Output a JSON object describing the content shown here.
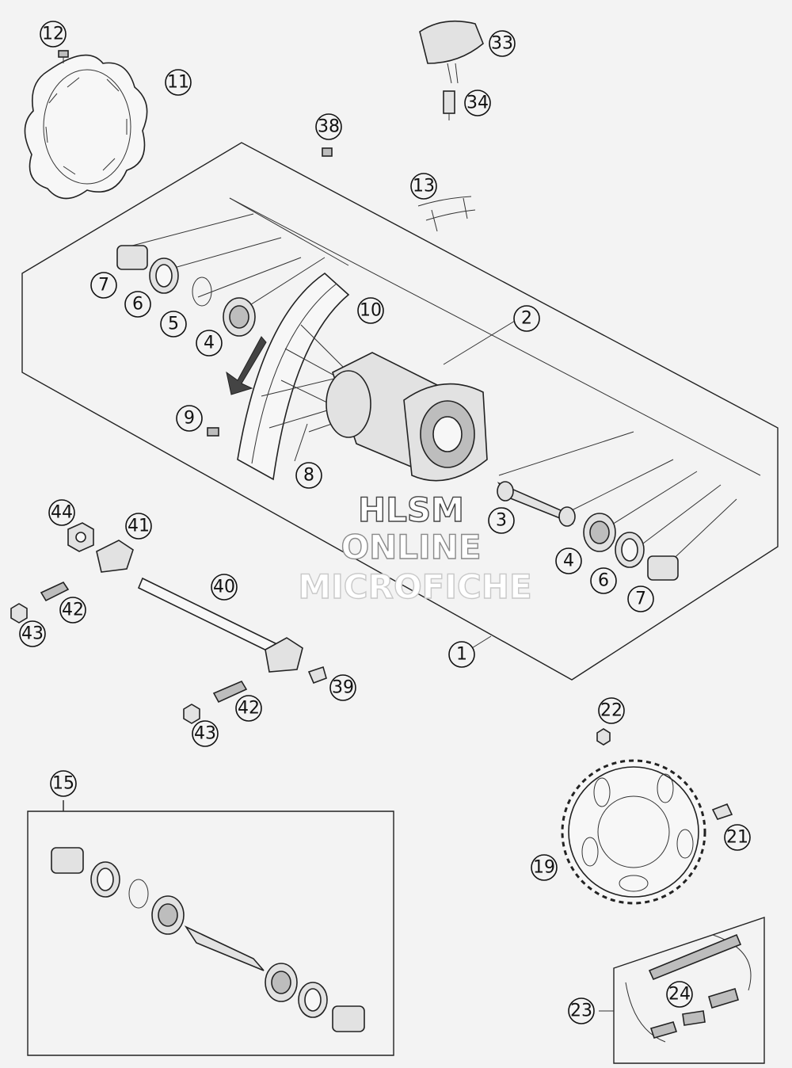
{
  "watermark": {
    "line1": "HLSM",
    "line2": "ONLINE",
    "line3": "MICROFICHE"
  },
  "callouts": [
    {
      "id": "c1",
      "label": "1"
    },
    {
      "id": "c2",
      "label": "2"
    },
    {
      "id": "c3",
      "label": "3"
    },
    {
      "id": "c4a",
      "label": "4"
    },
    {
      "id": "c4b",
      "label": "4"
    },
    {
      "id": "c5",
      "label": "5"
    },
    {
      "id": "c6a",
      "label": "6"
    },
    {
      "id": "c6b",
      "label": "6"
    },
    {
      "id": "c7a",
      "label": "7"
    },
    {
      "id": "c7b",
      "label": "7"
    },
    {
      "id": "c8",
      "label": "8"
    },
    {
      "id": "c9",
      "label": "9"
    },
    {
      "id": "c10",
      "label": "10"
    },
    {
      "id": "c11",
      "label": "11"
    },
    {
      "id": "c12",
      "label": "12"
    },
    {
      "id": "c13",
      "label": "13"
    },
    {
      "id": "c15",
      "label": "15"
    },
    {
      "id": "c19",
      "label": "19"
    },
    {
      "id": "c21",
      "label": "21"
    },
    {
      "id": "c22",
      "label": "22"
    },
    {
      "id": "c23",
      "label": "23"
    },
    {
      "id": "c24",
      "label": "24"
    },
    {
      "id": "c33",
      "label": "33"
    },
    {
      "id": "c34",
      "label": "34"
    },
    {
      "id": "c38",
      "label": "38"
    },
    {
      "id": "c39",
      "label": "39"
    },
    {
      "id": "c40",
      "label": "40"
    },
    {
      "id": "c41",
      "label": "41"
    },
    {
      "id": "c42a",
      "label": "42"
    },
    {
      "id": "c42b",
      "label": "42"
    },
    {
      "id": "c43a",
      "label": "43"
    },
    {
      "id": "c43b",
      "label": "43"
    },
    {
      "id": "c44",
      "label": "44"
    }
  ]
}
